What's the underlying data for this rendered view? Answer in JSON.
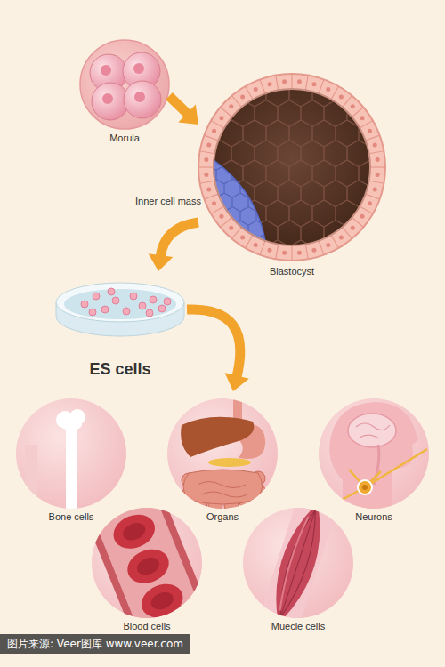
{
  "diagram": {
    "nodes": [
      {
        "text": [
          "Morula"
        ]
      },
      {
        "text": [
          "Blastocyst"
        ]
      },
      {
        "text": [
          "ES cells"
        ]
      },
      {
        "text": [
          "Bone cells"
        ]
      },
      {
        "text": [
          "Organs"
        ]
      },
      {
        "text": [
          "Neurons"
        ]
      },
      {
        "text": [
          "Blood cells"
        ]
      },
      {
        "text": [
          "Muecle cells"
        ]
      }
    ],
    "edges": [
      {
        "from": 0,
        "to": 1,
        "arrow": "to"
      },
      {
        "from": 1,
        "to": 2,
        "arrow": "to"
      },
      {
        "from": 2,
        "to": 4,
        "arrow": "to"
      }
    ],
    "labels": [
      "Inner cell mass",
      "图片来源: Veer图库 www.veer.com"
    ]
  }
}
